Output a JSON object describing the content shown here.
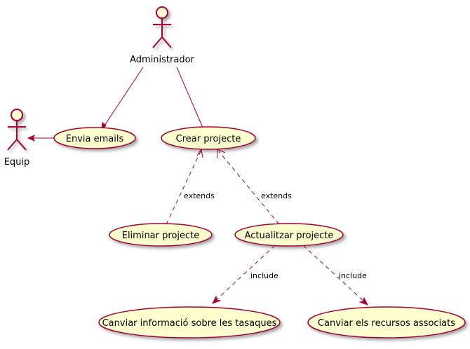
{
  "colors": {
    "ellipse_fill": "#FEFECE",
    "ellipse_stroke": "#A80036",
    "line": "#A80036",
    "shadow": "#D0D0D0"
  },
  "actors": {
    "administrador": "Administrador",
    "equip": "Equip"
  },
  "use_cases": {
    "envia_emails": "Envia emails",
    "crear_projecte": "Crear projecte",
    "eliminar_projecte": "Eliminar projecte",
    "actualitzar_projecte": "Actualitzar projecte",
    "canviar_informacio": "Canviar informació sobre les tasaques",
    "canviar_recursos": "Canviar els recursos associats"
  },
  "relations": {
    "extends_eliminar": "extends",
    "extends_actualitzar": "extends",
    "include_informacio": "include",
    "include_recursos": "include"
  }
}
